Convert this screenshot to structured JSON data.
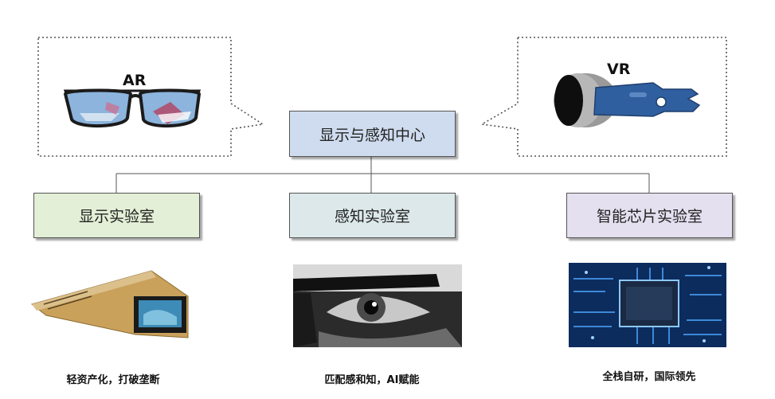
{
  "center": {
    "label": "显示与感知中心"
  },
  "callouts": {
    "left": {
      "label": "AR",
      "image": "ar-glasses"
    },
    "right": {
      "label": "VR",
      "image": "vr-headset"
    }
  },
  "labs": [
    {
      "label": "显示实验室",
      "color": "#e3efd6",
      "caption": "轻资产化，打破垄断",
      "image": "microdisplay-module"
    },
    {
      "label": "感知实验室",
      "color": "#dce8e9",
      "caption": "匹配感和知，AI赋能",
      "image": "eye-tracking-infrared"
    },
    {
      "label": "智能芯片实验室",
      "color": "#e4e0ef",
      "caption": "全栈自研，国际领先",
      "image": "circuit-chip"
    }
  ],
  "colors": {
    "center_box": "#cfdcef",
    "connector": "#555555",
    "callout_border": "#555555"
  }
}
